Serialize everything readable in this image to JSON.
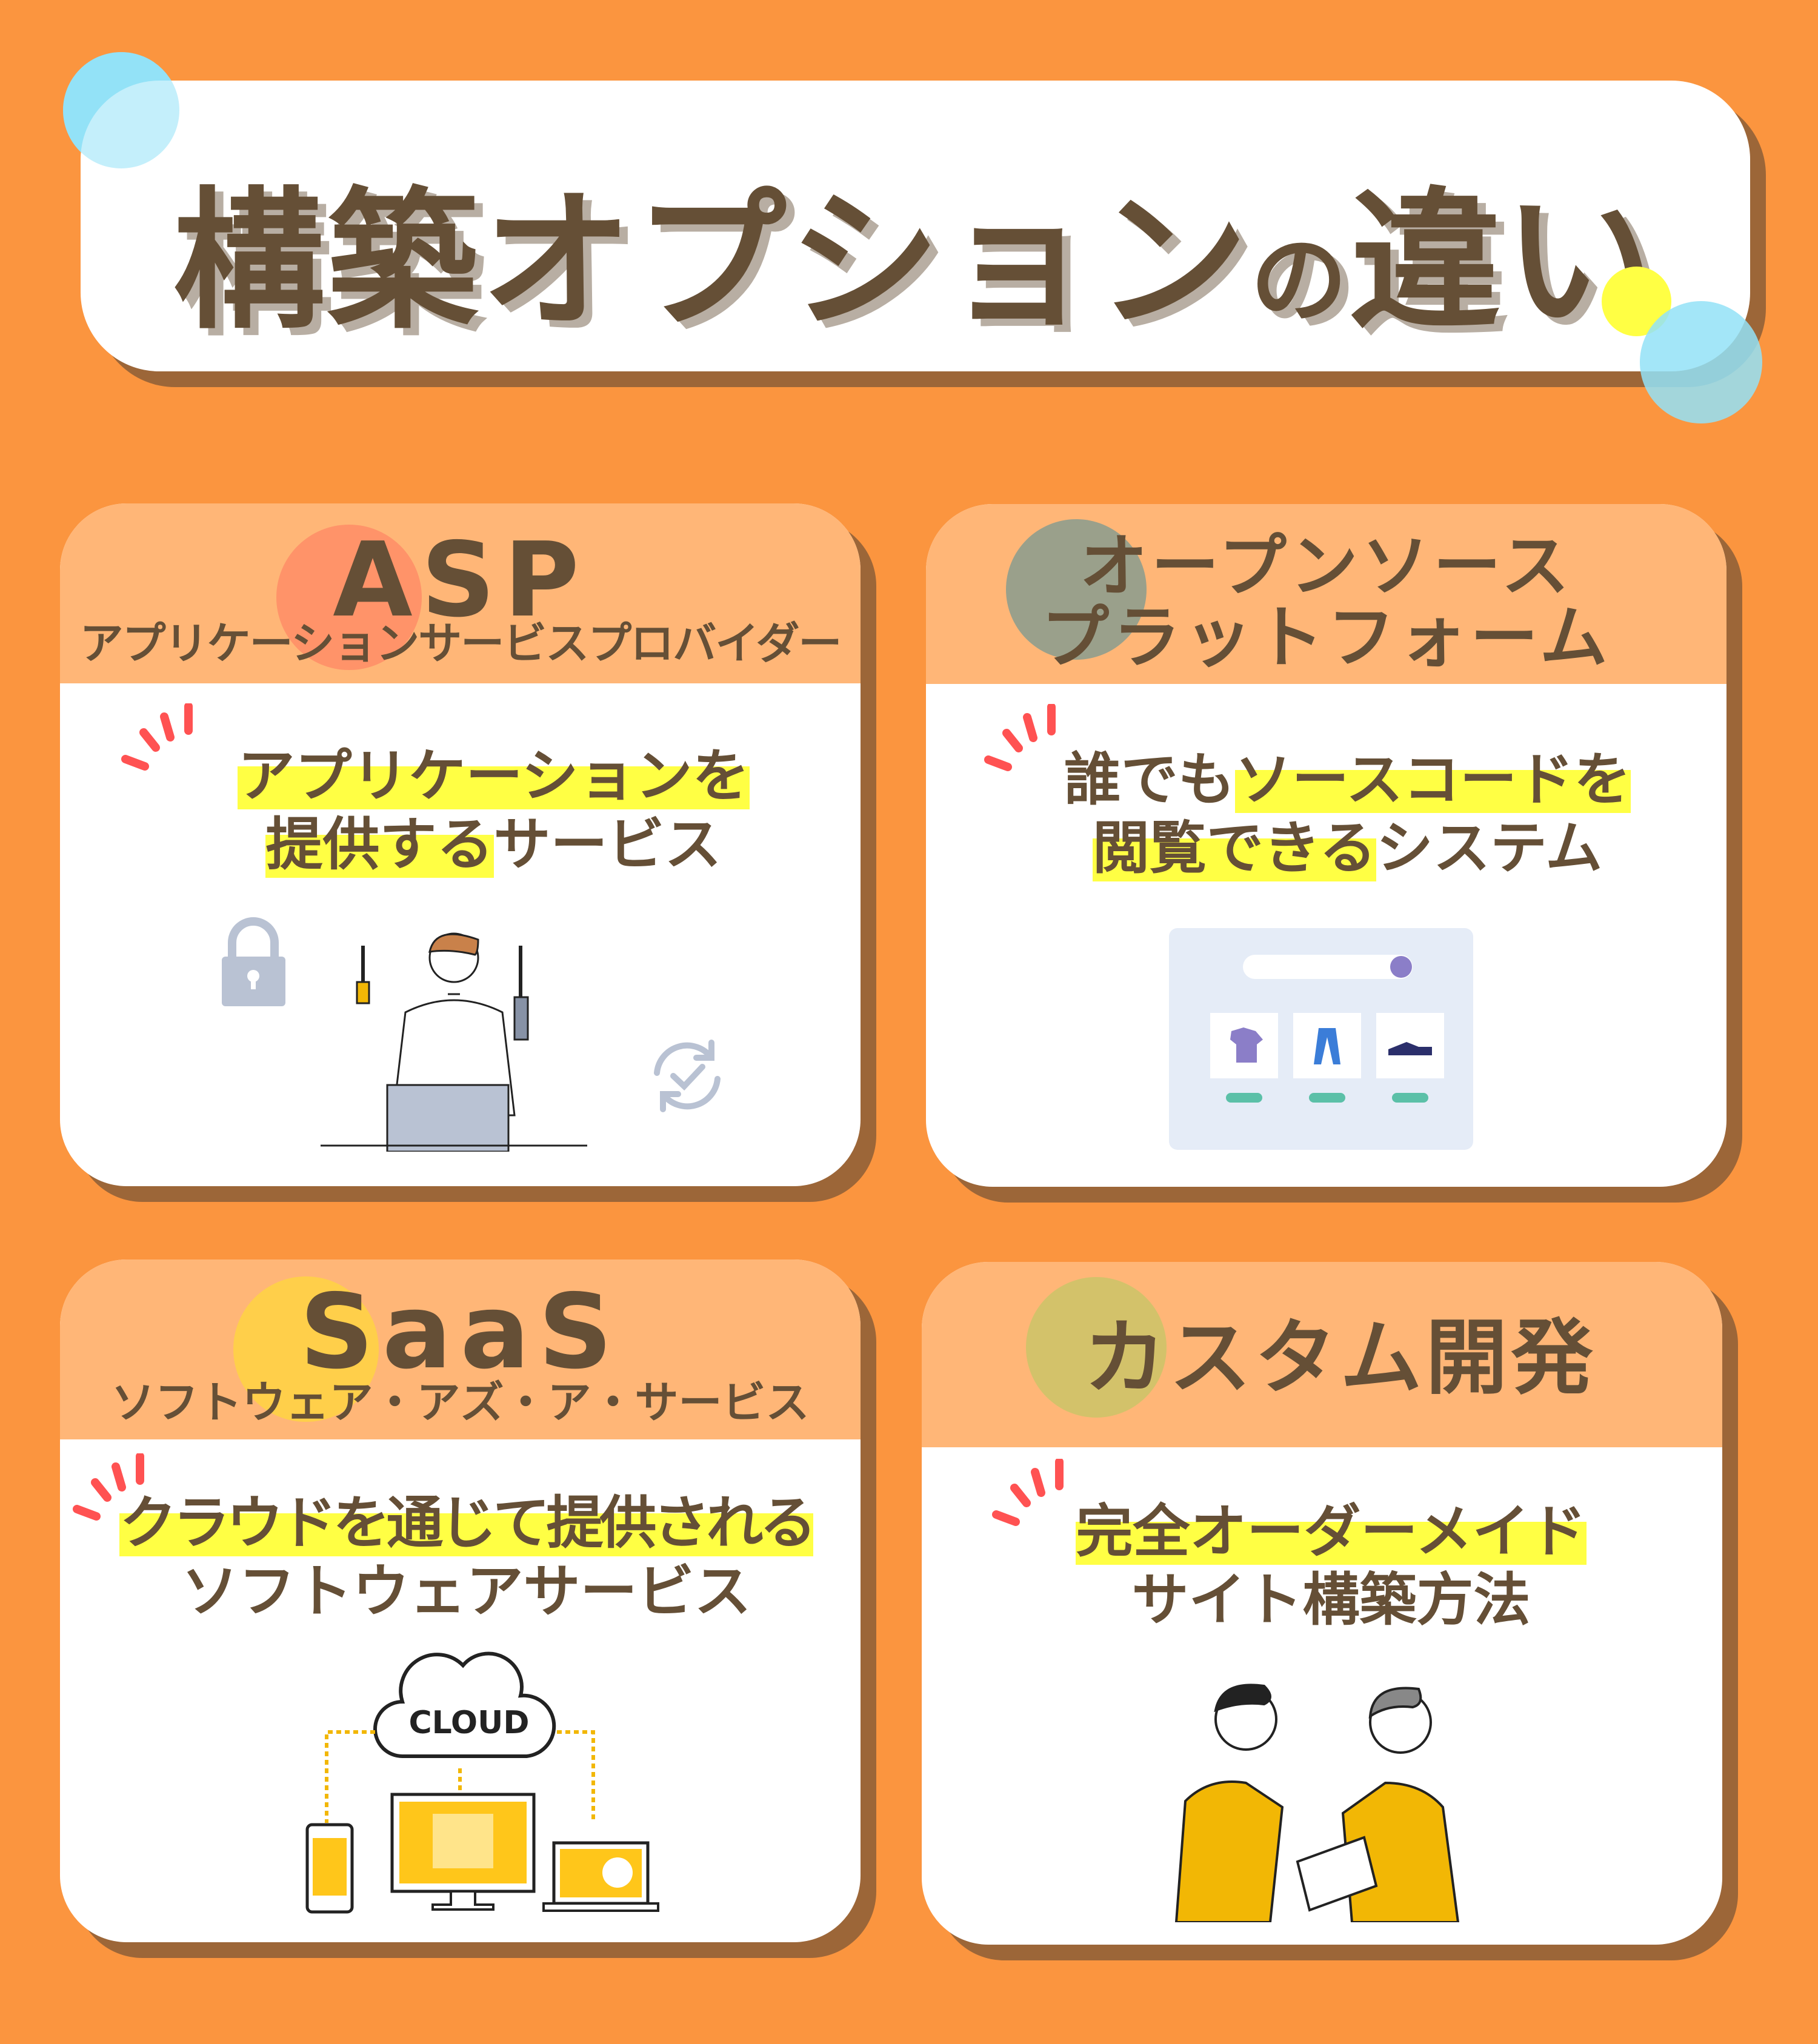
{
  "title": {
    "main": "構築オプション",
    "particle": "の",
    "end": "違い"
  },
  "cards": [
    {
      "heading": "ASP",
      "subheading": "アプリケーションサービスプロバイダー",
      "desc_line1_hl": "アプリケーションを",
      "desc_line2_hl": "提供する",
      "desc_line2_rest": "サービス"
    },
    {
      "heading_line1": "オープンソース",
      "heading_line2": "プラットフォーム",
      "desc_line1_plain": "誰でも",
      "desc_line1_hl": "ソースコードを",
      "desc_line2_hl": "閲覧できる",
      "desc_line2_rest": "システム"
    },
    {
      "heading": "SaaS",
      "subheading": "ソフトウェア・アズ・ア・サービス",
      "desc_line1_hl": "クラウドを通じて提供される",
      "desc_line2": "ソフトウェアサービス",
      "cloud_label": "CLOUD"
    },
    {
      "heading": "カスタム開発",
      "desc_line1_hl": "完全オーダーメイド",
      "desc_line2": "サイト構築方法"
    }
  ],
  "colors": {
    "background": "#FB953F",
    "header": "#FFB677",
    "text": "#654F36",
    "highlight": "#FFFF44",
    "shadow": "#9C6638",
    "accent": "#FF5252"
  }
}
